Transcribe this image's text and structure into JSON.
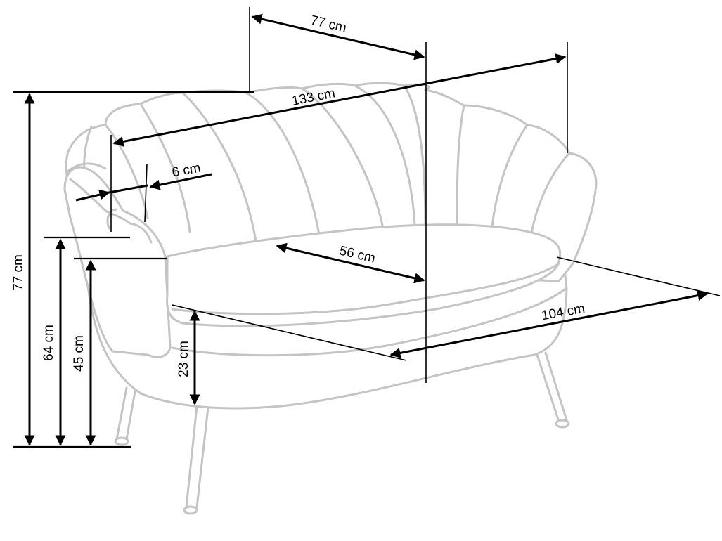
{
  "diagram": {
    "subject": "sofa",
    "line_color": "#000000",
    "outline_color": "#c4c4c4",
    "background": "#ffffff",
    "dimensions": {
      "total_height": {
        "label": "77 cm",
        "value": 77,
        "unit": "cm"
      },
      "armrest_height": {
        "label": "64 cm",
        "value": 64,
        "unit": "cm"
      },
      "seat_height": {
        "label": "45 cm",
        "value": 45,
        "unit": "cm"
      },
      "leg_height": {
        "label": "23 cm",
        "value": 23,
        "unit": "cm"
      },
      "depth": {
        "label": "77 cm",
        "value": 77,
        "unit": "cm"
      },
      "width": {
        "label": "133 cm",
        "value": 133,
        "unit": "cm"
      },
      "armrest_width": {
        "label": "6 cm",
        "value": 6,
        "unit": "cm"
      },
      "seat_depth": {
        "label": "56 cm",
        "value": 56,
        "unit": "cm"
      },
      "seat_width": {
        "label": "104 cm",
        "value": 104,
        "unit": "cm"
      }
    }
  }
}
